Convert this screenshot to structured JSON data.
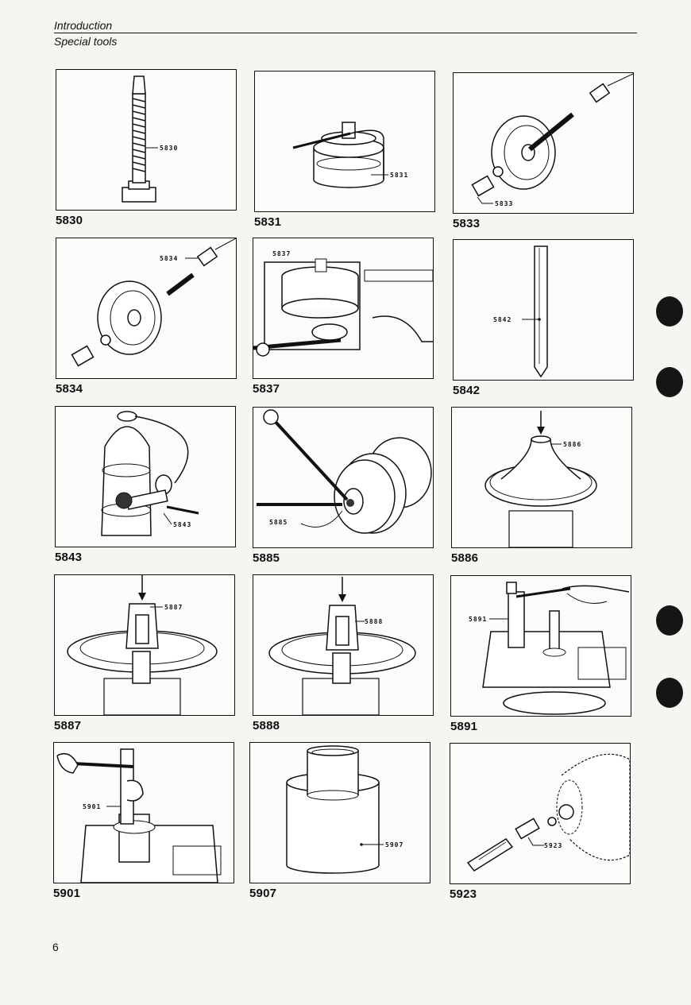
{
  "header": {
    "section": "Introduction",
    "subsection": "Special tools"
  },
  "tools": [
    {
      "id": "5830",
      "caption": "5830",
      "callout": "5830"
    },
    {
      "id": "5831",
      "caption": "5831",
      "callout": "5831"
    },
    {
      "id": "5833",
      "caption": "5833",
      "callout": "5833"
    },
    {
      "id": "5834",
      "caption": "5834",
      "callout": "5834"
    },
    {
      "id": "5837",
      "caption": "5837",
      "callout": "5837"
    },
    {
      "id": "5842",
      "caption": "5842",
      "callout": "5842"
    },
    {
      "id": "5843",
      "caption": "5843",
      "callout": "5843"
    },
    {
      "id": "5885",
      "caption": "5885",
      "callout": "5885"
    },
    {
      "id": "5886",
      "caption": "5886",
      "callout": "5886"
    },
    {
      "id": "5887",
      "caption": "5887",
      "callout": "5887"
    },
    {
      "id": "5888",
      "caption": "5888",
      "callout": "5888"
    },
    {
      "id": "5891",
      "caption": "5891",
      "callout": "5891"
    },
    {
      "id": "5901",
      "caption": "5901",
      "callout": "5901"
    },
    {
      "id": "5907",
      "caption": "5907",
      "callout": "5907"
    },
    {
      "id": "5923",
      "caption": "5923",
      "callout": "5923"
    }
  ],
  "footer": {
    "page_number": "6"
  }
}
